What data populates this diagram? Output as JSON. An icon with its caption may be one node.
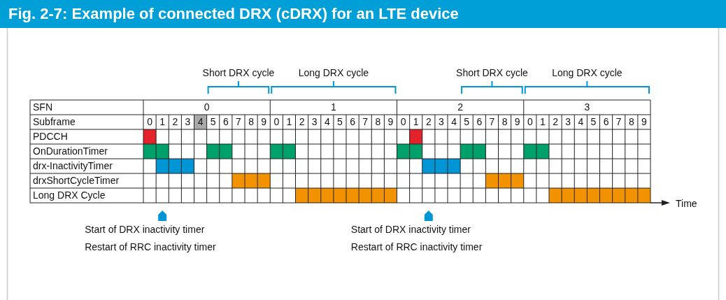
{
  "diagram": {
    "title": "Fig. 2-7: Example of connected DRX (cDRX) for an LTE device",
    "labels": [
      "Short DRX cycle",
      "Long DRX cycle",
      "Short DRX cycle",
      "Long DRX cycle",
      "SFN",
      "0",
      "1",
      "2",
      "3",
      "Subframe",
      "0",
      "1",
      "2",
      "3",
      "4",
      "5",
      "6",
      "7",
      "8",
      "9",
      "0",
      "1",
      "2",
      "3",
      "4",
      "5",
      "6",
      "7",
      "8",
      "9",
      "0",
      "1",
      "2",
      "3",
      "4",
      "5",
      "6",
      "7",
      "8",
      "9",
      "0",
      "1",
      "2",
      "3",
      "4",
      "5",
      "6",
      "7",
      "8",
      "9",
      "PDCCH",
      "OnDurationTimer",
      "drx-InactivityTimer",
      "drxShortCycleTimer",
      "Long DRX Cycle",
      "Time",
      "Start of DRX inactivity timer",
      "Restart of RRC inactivity timer",
      "Start of DRX inactivity timer",
      "Restart of RRC inactivity timer"
    ]
  }
}
